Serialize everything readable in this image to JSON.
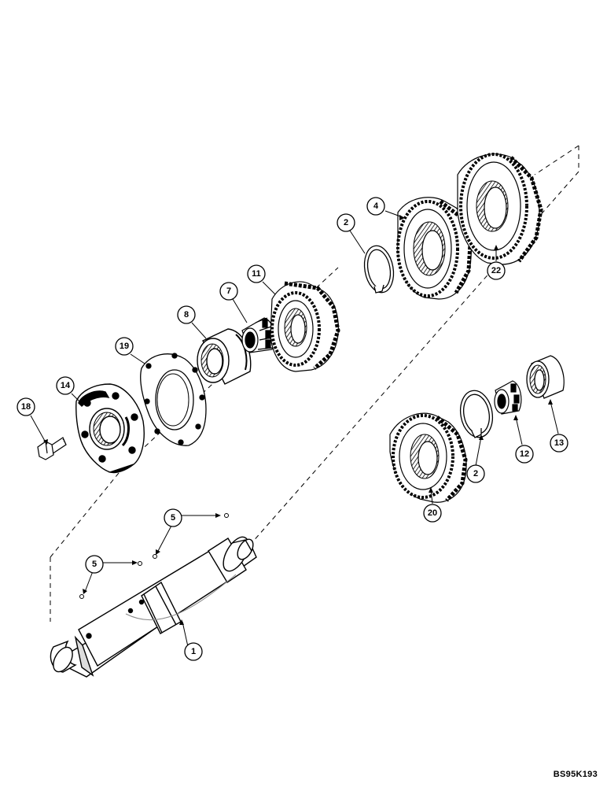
{
  "diagram": {
    "reference_code": "BS95K193",
    "callouts": [
      {
        "id": "c1",
        "label": "1"
      },
      {
        "id": "c2a",
        "label": "2"
      },
      {
        "id": "c2b",
        "label": "2"
      },
      {
        "id": "c4",
        "label": "4"
      },
      {
        "id": "c5a",
        "label": "5"
      },
      {
        "id": "c5b",
        "label": "5"
      },
      {
        "id": "c7",
        "label": "7"
      },
      {
        "id": "c8",
        "label": "8"
      },
      {
        "id": "c11",
        "label": "11"
      },
      {
        "id": "c12",
        "label": "12"
      },
      {
        "id": "c13",
        "label": "13"
      },
      {
        "id": "c14",
        "label": "14"
      },
      {
        "id": "c18",
        "label": "18"
      },
      {
        "id": "c19",
        "label": "19"
      },
      {
        "id": "c20",
        "label": "20"
      },
      {
        "id": "c22",
        "label": "22"
      }
    ]
  }
}
